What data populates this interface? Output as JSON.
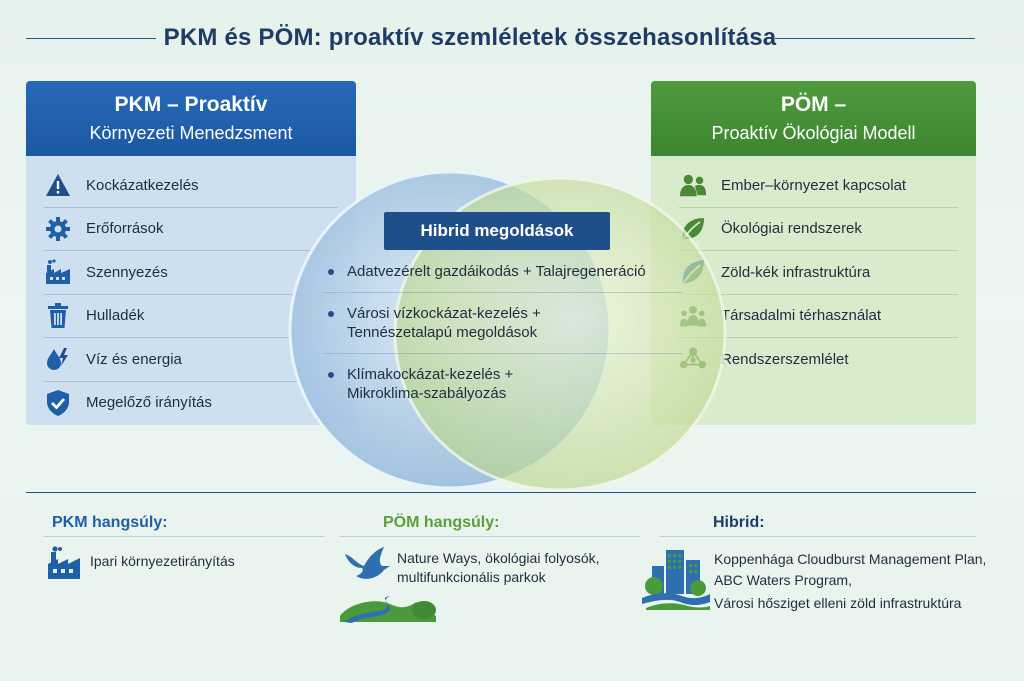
{
  "title": "PKM és PÖM: proaktív szemléletek összehasonlítása",
  "pkm_panel": {
    "heading_line1": "PKM – Proaktív",
    "heading_line2": "Környezeti Menedzsment",
    "items": [
      {
        "label": "Kockázatkezelés",
        "icon": "warning-icon"
      },
      {
        "label": "Erőforrások",
        "icon": "gear-icon"
      },
      {
        "label": "Szennyezés",
        "icon": "factory-icon"
      },
      {
        "label": "Hulladék",
        "icon": "trash-icon"
      },
      {
        "label": "Víz és energia",
        "icon": "water-energy-icon"
      },
      {
        "label": "Megelőző irányítás",
        "icon": "shield-check-icon"
      }
    ]
  },
  "pom_panel": {
    "heading_line1": "PÖM –",
    "heading_line2": "Proaktív Ökológiai Modell",
    "items": [
      {
        "label": "Ember–környezet kapcsolat",
        "icon": "people-icon"
      },
      {
        "label": "Ökológiai rendszerek",
        "icon": "leaf-icon"
      },
      {
        "label": "Zöld-kék infrastruktúra",
        "icon": "green-blue-leaf-icon"
      },
      {
        "label": "Társadalmi térhasználat",
        "icon": "group-icon"
      },
      {
        "label": "Rendszerszemlélet",
        "icon": "network-icon"
      }
    ]
  },
  "hybrid": {
    "title": "Hibrid megoldások",
    "items": [
      {
        "line1": "Adatvezérelt gazdáikodás + Talajregeneráció",
        "line2": ""
      },
      {
        "line1": "Városi vízkockázat-kezelés +",
        "line2": "Tennészetalapú megoldások"
      },
      {
        "line1": "Klímakockázat-kezelés +",
        "line2": "Mikroklima-szabályozás"
      }
    ]
  },
  "bottom": {
    "pkm": {
      "heading": "PKM hangsúly:",
      "text_line1": "Ipari környezetirányítás",
      "icon": "factory-icon"
    },
    "pom": {
      "heading": "PÖM hangsúly:",
      "text_line1": "Nature Ways, ökológiai folyosók,",
      "text_line2": "multifunkcionális parkok",
      "icon": "bird-river-icon"
    },
    "hybrid": {
      "heading": "Hibrid:",
      "text_line1": "Koppenhága Cloudburst Management Plan,",
      "text_line2": "ABC Waters Program,",
      "text_line3": "Városi hősziget elleni zöld infrastruktúra",
      "icon": "city-park-icon"
    }
  },
  "colors": {
    "pkm_blue": "#1f5fa8",
    "pom_green": "#4a9139",
    "hybrid_navy": "#1f4f8a",
    "pkm_heading_text": "#1f5fa8",
    "pom_heading_text": "#5b9f3a"
  }
}
